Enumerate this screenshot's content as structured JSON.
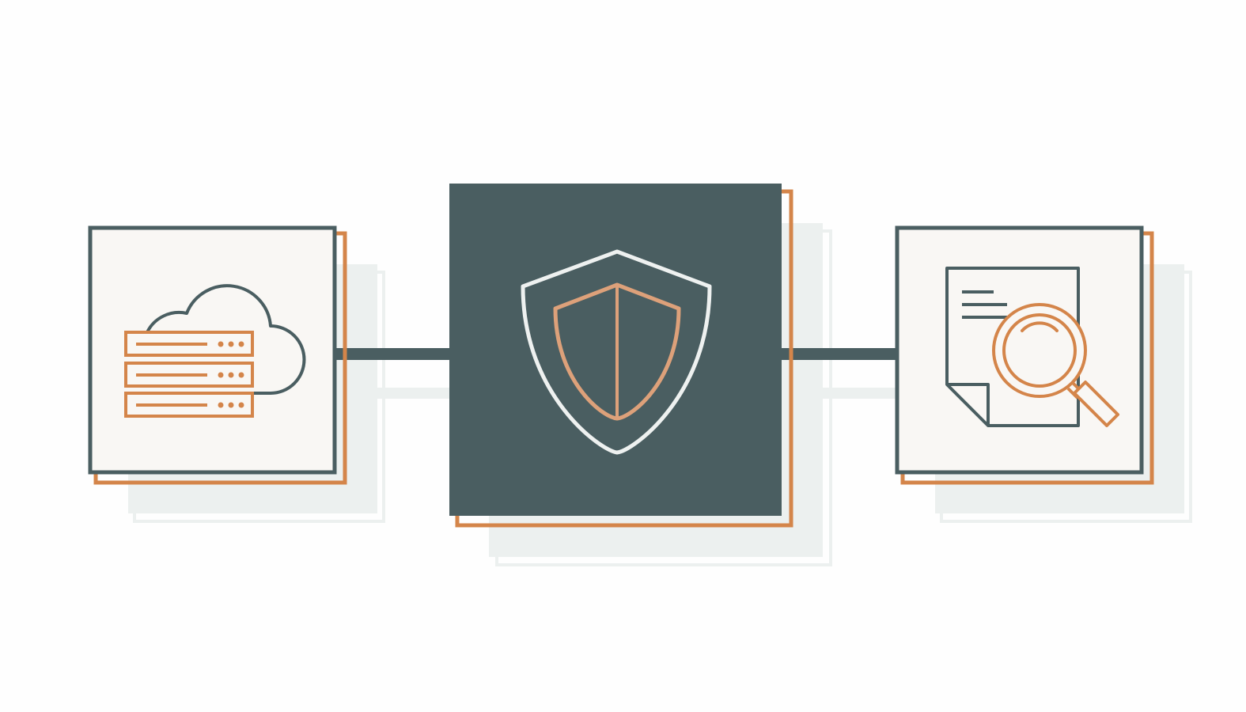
{
  "colors": {
    "background": "#fefefe",
    "slate": "#4a5e61",
    "orange": "#d4854a",
    "orange_light": "#dda17a",
    "card_fill": "#f9f7f4",
    "shadow": "#ecf0ef",
    "shield_outline": "#eef1f0"
  },
  "nodes": [
    {
      "id": "cloud-servers",
      "icon": "cloud-server-icon",
      "style": "light"
    },
    {
      "id": "security-shield",
      "icon": "shield-icon",
      "style": "dark"
    },
    {
      "id": "document-search",
      "icon": "document-search-icon",
      "style": "light"
    }
  ],
  "edges": [
    {
      "from": "cloud-servers",
      "to": "security-shield"
    },
    {
      "from": "security-shield",
      "to": "document-search"
    }
  ]
}
